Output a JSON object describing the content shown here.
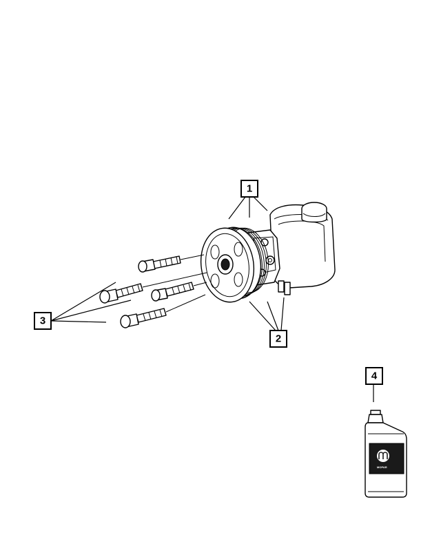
{
  "callouts": [
    {
      "id": "1",
      "label": "1"
    },
    {
      "id": "2",
      "label": "2"
    },
    {
      "id": "3",
      "label": "3"
    },
    {
      "id": "4",
      "label": "4"
    }
  ],
  "bottle": {
    "brand_text": "MOPAR"
  },
  "colors": {
    "line": "#000000",
    "fill": "#ffffff",
    "label_band": "#1a1a1a"
  }
}
